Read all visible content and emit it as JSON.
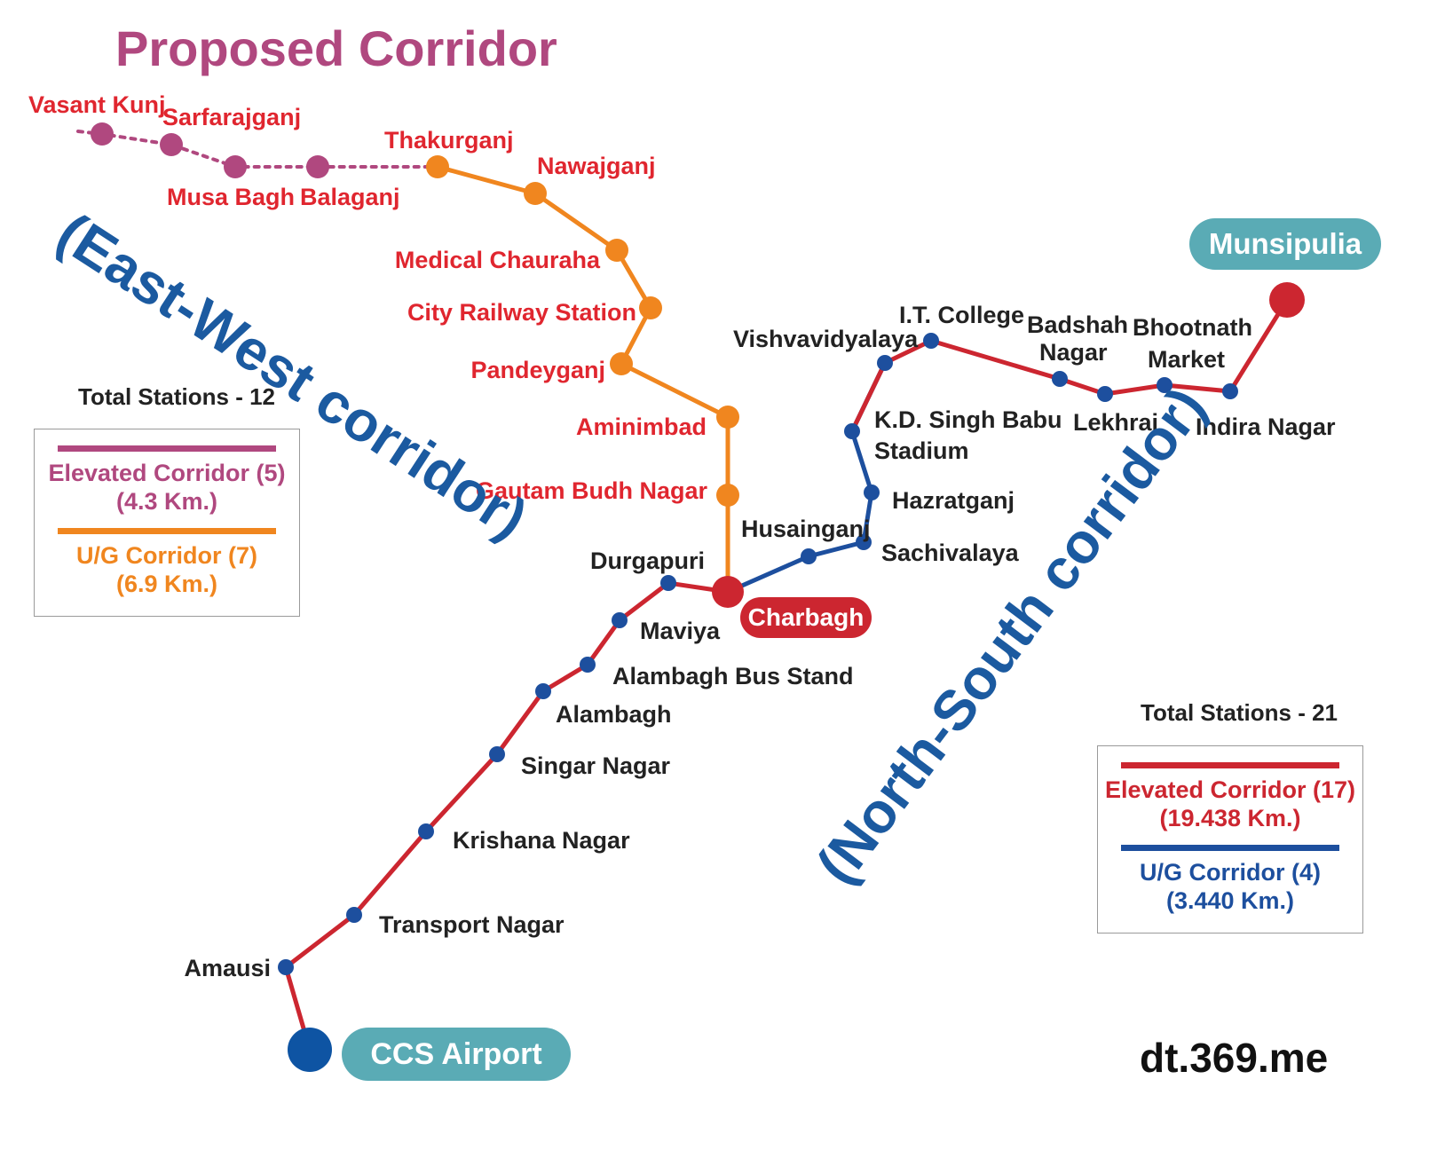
{
  "colors": {
    "proposed": "#b0487f",
    "underground_ew": "#f0861f",
    "elevated_ns": "#cc2630",
    "underground_ns": "#1d4f9e",
    "station_label_ew": "#e0262f",
    "station_label_ns": "#222222",
    "corridor_label": "#1b5aa0",
    "pill": "#5aabb5",
    "charbagh_pill": "#cc2630",
    "airport_dot": "#0e54a3"
  },
  "title": "Proposed Corridor",
  "east_west_label": "(East-West corridor)",
  "north_south_label": "(North-South corridor)",
  "ew_legend": {
    "total": "Total Stations - 12",
    "elevated_name": "Elevated Corridor (5)",
    "elevated_dist": "(4.3 Km.)",
    "ug_name": "U/G Corridor (7)",
    "ug_dist": "(6.9 Km.)"
  },
  "ns_legend": {
    "total": "Total Stations - 21",
    "elevated_name": "Elevated Corridor (17)",
    "elevated_dist": "(19.438 Km.)",
    "ug_name": "U/G Corridor (4)",
    "ug_dist": "(3.440 Km.)"
  },
  "terminals": {
    "munsipulia": "Munsipulia",
    "ccs_airport": "CCS Airport",
    "charbagh": "Charbagh"
  },
  "watermark": "dt.369.me",
  "ew_proposed_stations": [
    "Vasant Kunj",
    "Sarfarajganj",
    "Musa Bagh",
    "Balaganj"
  ],
  "ew_ug_stations": [
    "Thakurganj",
    "Nawajganj",
    "Medical Chauraha",
    "City Railway Station",
    "Pandeyganj",
    "Aminimbad",
    "Gautam Budh Nagar"
  ],
  "ns_south_stations": [
    "Amausi",
    "Transport Nagar",
    "Krishana Nagar",
    "Singar Nagar",
    "Alambagh",
    "Alambagh Bus Stand",
    "Maviya",
    "Durgapuri"
  ],
  "ns_ug_stations": [
    "Husainganj",
    "Sachivalaya",
    "Hazratganj",
    "K.D. Singh Babu",
    "Stadium"
  ],
  "ns_north_stations": [
    "Vishvavidyalaya",
    "I.T. College",
    "Badshah",
    "Nagar",
    "Lekhraj",
    "Bhootnath",
    "Market",
    "Indira Nagar"
  ]
}
